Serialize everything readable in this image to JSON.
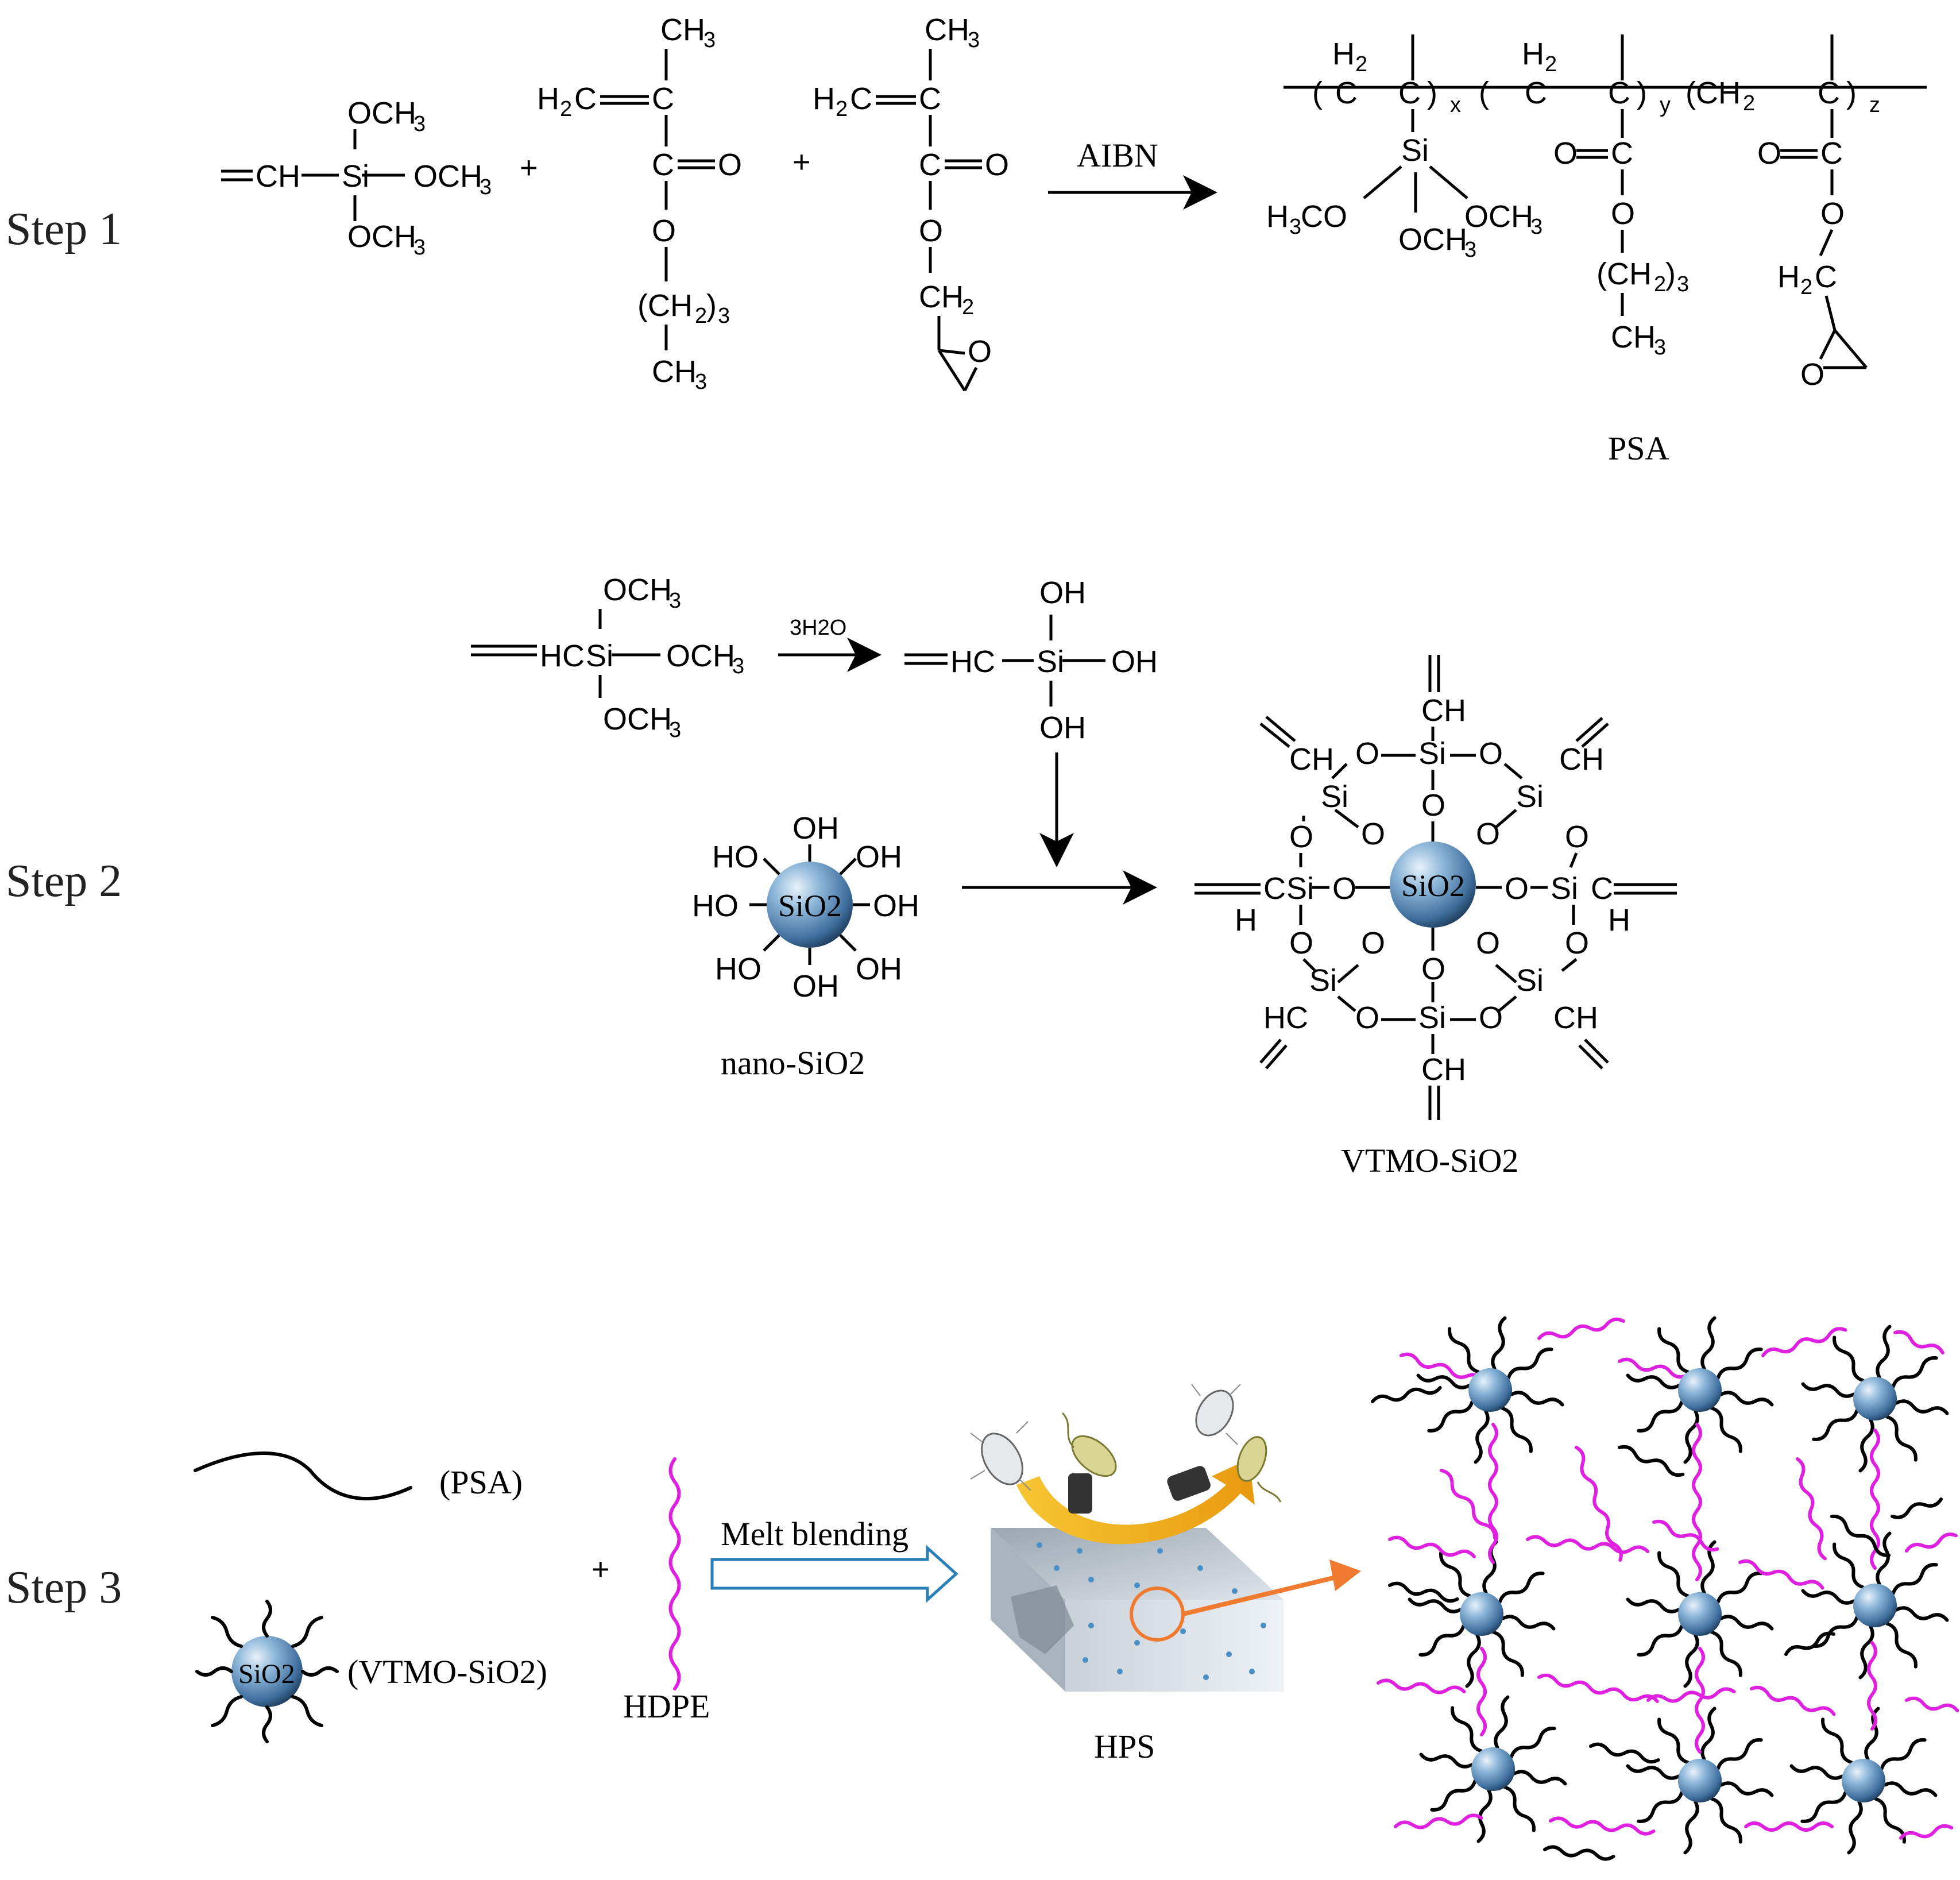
{
  "steps": {
    "step1": "Step 1",
    "step2": "Step 2",
    "step3": "Step 3"
  },
  "step1": {
    "plus": "+",
    "arrow_label": "AIBN",
    "product_label": "PSA",
    "sub_x": "x",
    "sub_y": "y",
    "sub_z": "z"
  },
  "step2": {
    "arrow_label": "3H2O",
    "nano_label": "nano-SiO2",
    "vtmo_label": "VTMO-SiO2",
    "sphere_label": "SiO2"
  },
  "step3": {
    "psa_label": "(PSA)",
    "vtmo_label": "(VTMO-SiO2)",
    "plus": "+",
    "hdpe_label": "HDPE",
    "arrow_label": "Melt blending",
    "hps_label": "HPS",
    "sphere_label": "SiO2"
  },
  "colors": {
    "sphere": "#4a7fb0",
    "hdpe_chain": "#e020e0",
    "psa_chain": "#000000",
    "arrow_orange": "#f07a30",
    "arrow_yellow": "#f2b81c",
    "melt_arrow": "#2a7fb8"
  }
}
